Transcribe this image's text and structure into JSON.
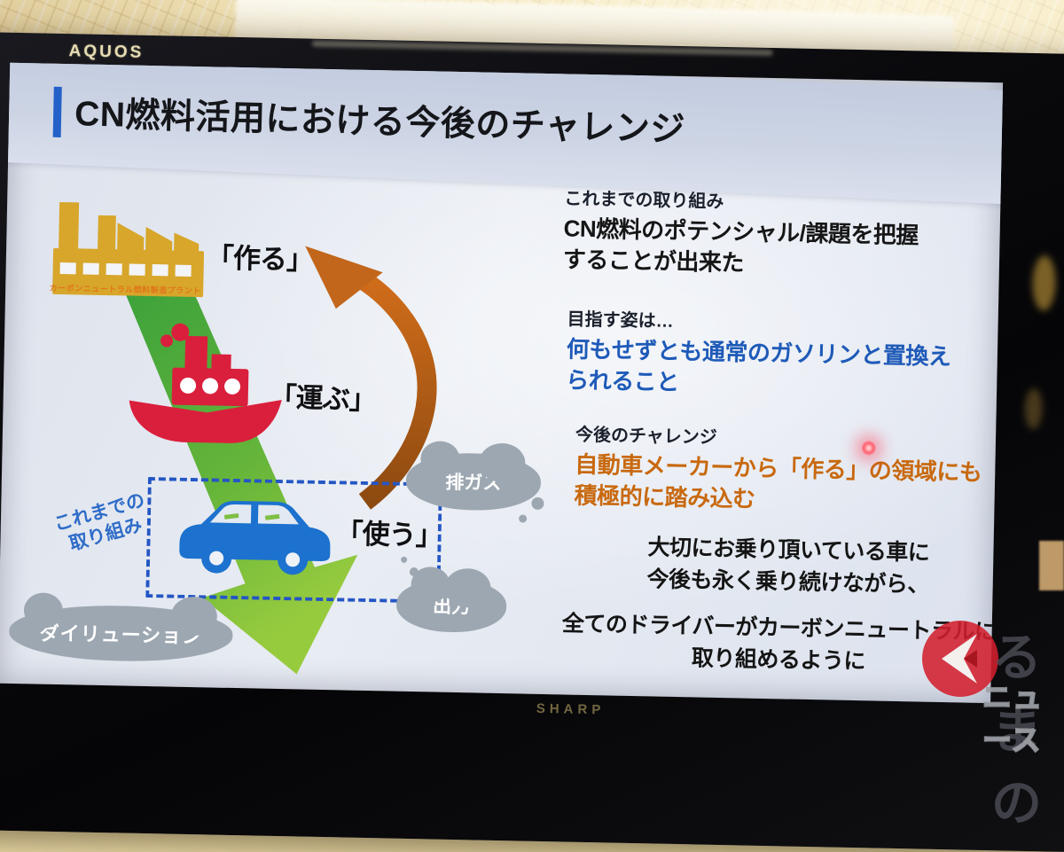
{
  "tv": {
    "brand": "AQUOS",
    "bottom_brand": "SHARP"
  },
  "slide": {
    "title": "CN燃料活用における今後のチャレンジ",
    "diagram": {
      "factory_caption": "カーボンニュートラル燃料製造プラント",
      "steps": [
        {
          "label": "「作る」",
          "icon": "factory-icon"
        },
        {
          "label": "「運ぶ」",
          "icon": "ship-icon"
        },
        {
          "label": "「使う」",
          "icon": "car-icon"
        }
      ],
      "scope_note": "これまでの\n取り組み",
      "clouds": [
        {
          "label": "排ガス"
        },
        {
          "label": "出力"
        },
        {
          "label": "ダイリューション"
        }
      ]
    },
    "sections": [
      {
        "heading": "これまでの取り組み",
        "body": "CN燃料のポテンシャル/課題を把握\nすることが出来た",
        "color": "#161616"
      },
      {
        "heading": "目指す姿は…",
        "body": "何もせずとも通常のガソリンと置換え\nられること",
        "color": "#1e5ab8"
      },
      {
        "heading": "今後のチャレンジ",
        "body": "自動車メーカーから「作る」の領域にも\n積極的に踏み込む",
        "color": "#c8690f"
      }
    ],
    "closing": [
      "大切にお乗り頂いている車に\n今後も永く乗り続けながら、",
      "全てのドライバーがカーボンニュートラルに\n取り組めるように"
    ]
  },
  "watermark": {
    "text_main": "るまの",
    "text_sub": "ニュース"
  },
  "colors": {
    "accent_blue": "#2361c8",
    "text_blue": "#1e5ab8",
    "text_orange": "#c8690f",
    "factory_yellow": "#d7a62a",
    "ship_red": "#da1f3d",
    "car_blue": "#1c72ce",
    "arrow_green": "#8dc63f",
    "arrow_orange": "#c06014",
    "cloud_gray": "#9da7b1",
    "dashed_blue": "#2456c4",
    "laser_red": "#ff5d6e"
  }
}
